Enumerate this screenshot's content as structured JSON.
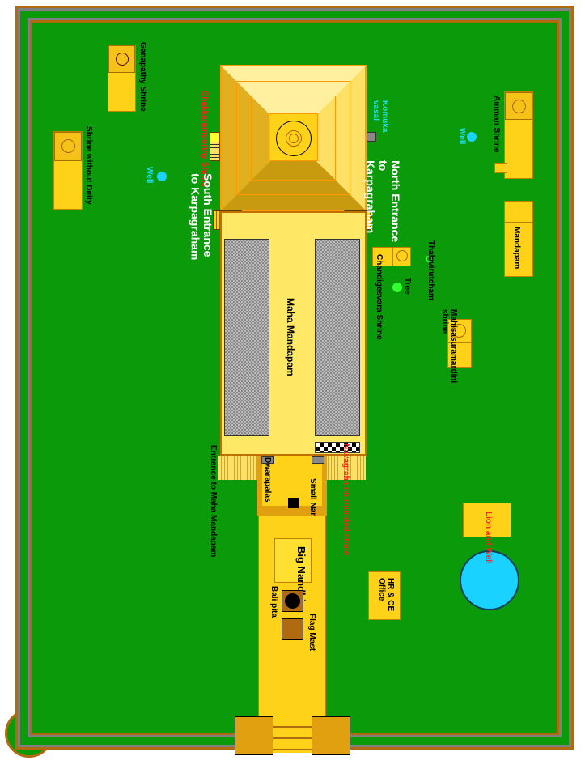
{
  "labels": {
    "ganapathy": "Ganapathy Shrine",
    "without_deity": "Shrine without Deity",
    "well_left": "Well",
    "chakra": "Chakkaramoorthy Shrine",
    "south_entrance": "South Entrance to Karpagraham",
    "komuka": "Komuka vasal",
    "north_entrance": "North Entrance to Karpagraham",
    "chandigesvara": "Chandigesvara Shrine",
    "tree": "Tree",
    "thala": "Thalavirutcham",
    "maha_mandapam": "Maha Mandapam",
    "mahisa": "Mahisasuramardini shrine",
    "amman": "Amman Shrine",
    "well_right": "Well",
    "mandapam": "Mandapam",
    "entrance_maha": "Entrance to Maha Mandapam",
    "dwarapalas": "Dwarapalas",
    "small_nandhi": "Small Nandhi",
    "navagraha": "Navagraha on rounded stone",
    "big_nandhi": "Big Nandhi",
    "bali_pita": "Bali pita",
    "flag_mast": "Flag Mast",
    "hr_ce": "HR & CE Office",
    "lion_well": "Lion and Well"
  },
  "colors": {
    "grass": "#0a9a0a",
    "path": "#ffd21a",
    "wall": "#b06a10",
    "water": "#1ad2ff",
    "label_red": "#ff2020",
    "label_cyan": "#20e0e0"
  }
}
